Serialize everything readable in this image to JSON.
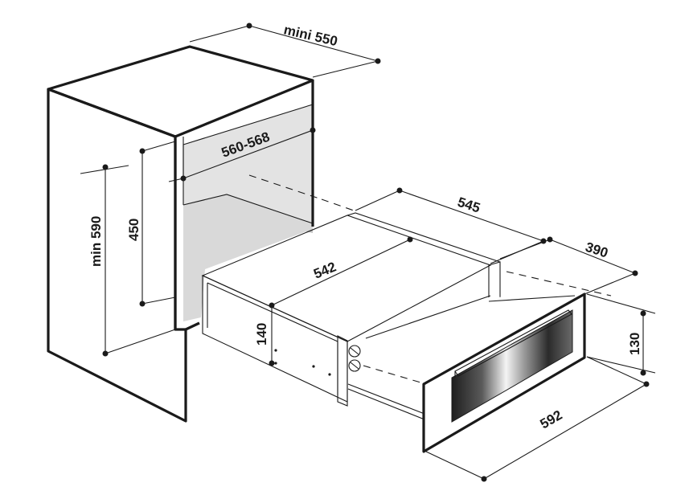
{
  "diagram": {
    "type": "built-in warming drawer installation dimensions",
    "dimensions": {
      "cabinet_depth": "mini 550",
      "opening_depth": "560-568",
      "cabinet_height": "min 590",
      "opening_height": "450",
      "drawer_width": "542",
      "drawer_depth": "545",
      "drawer_extension": "390",
      "drawer_height": "140",
      "front_height": "130",
      "front_width": "592"
    },
    "colors": {
      "line": "#1a1a1a",
      "cavity_light": "#dcdcdc",
      "cavity_dark": "#b8b8b8",
      "glass_dark": "#2a2a2a",
      "glass_light": "#f2f2f2"
    }
  }
}
